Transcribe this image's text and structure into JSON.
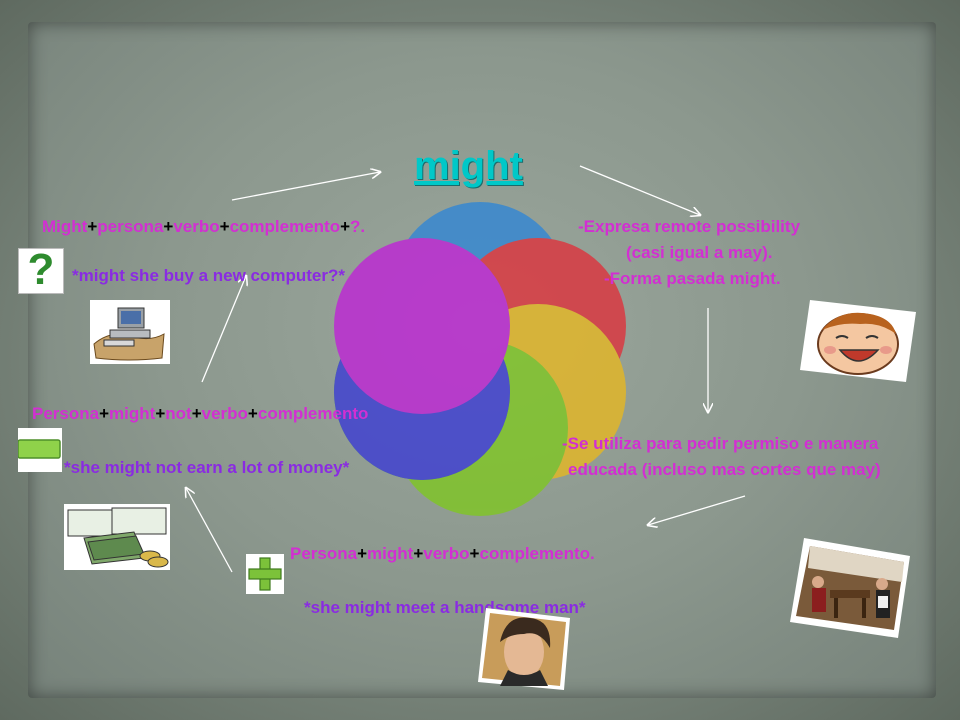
{
  "slide": {
    "title": "might",
    "top_right": {
      "line1": "-Expresa remote possibility",
      "line2": "(casi igual a may).",
      "line3": "-Forma pasada might."
    },
    "right": {
      "line1": "-Se utiliza para pedir permiso  e manera",
      "line2": "educada (incluso mas cortes que may)"
    },
    "bottom": {
      "formula": [
        "Persona",
        "+",
        "might",
        "+",
        "verbo",
        "+",
        "complemento."
      ],
      "example": "*she might meet a handsome man*"
    },
    "left": {
      "formula": [
        "Persona",
        "+",
        "might",
        "+",
        "not",
        "+",
        "verbo",
        "+",
        "complemento"
      ],
      "example": "*she might not earn a lot of money*"
    },
    "top_left": {
      "formula": [
        "Might",
        "+",
        "persona",
        "+",
        "verbo",
        "+",
        "complemento",
        "+",
        "?."
      ],
      "example": "*might she buy a new computer?*"
    },
    "question_mark": "?"
  },
  "colors": {
    "text_purple": "#8a2be2",
    "text_magenta": "#d22fd2",
    "title_cyan": "#00c8c8",
    "petals": [
      "#2f86d6",
      "#e0303a",
      "#e8b820",
      "#7fc820",
      "#2aa830",
      "#3a3ad6",
      "#c020d8"
    ]
  }
}
